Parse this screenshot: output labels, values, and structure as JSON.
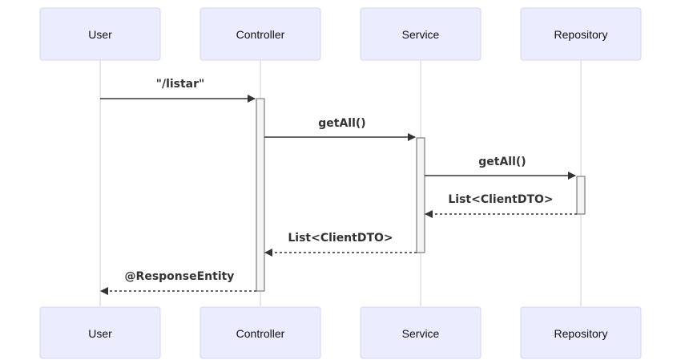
{
  "participants": [
    {
      "id": "user",
      "label": "User"
    },
    {
      "id": "controller",
      "label": "Controller"
    },
    {
      "id": "service",
      "label": "Service"
    },
    {
      "id": "repository",
      "label": "Repository"
    }
  ],
  "messages": [
    {
      "from": "user",
      "to": "controller",
      "label": "\"/listar\"",
      "style": "solid"
    },
    {
      "from": "controller",
      "to": "service",
      "label": "getAll()",
      "style": "solid"
    },
    {
      "from": "service",
      "to": "repository",
      "label": "getAll()",
      "style": "solid"
    },
    {
      "from": "repository",
      "to": "service",
      "label": "List<ClientDTO>",
      "style": "dashed"
    },
    {
      "from": "service",
      "to": "controller",
      "label": "List<ClientDTO>",
      "style": "dashed"
    },
    {
      "from": "controller",
      "to": "user",
      "label": "@ResponseEntity",
      "style": "dashed"
    }
  ],
  "colors": {
    "actor_fill": "#ececff",
    "actor_border": "#d6d4f5",
    "lifeline": "#cfcfcf",
    "activation_fill": "#f4f4f4",
    "activation_border": "#666666",
    "message": "#333333"
  }
}
